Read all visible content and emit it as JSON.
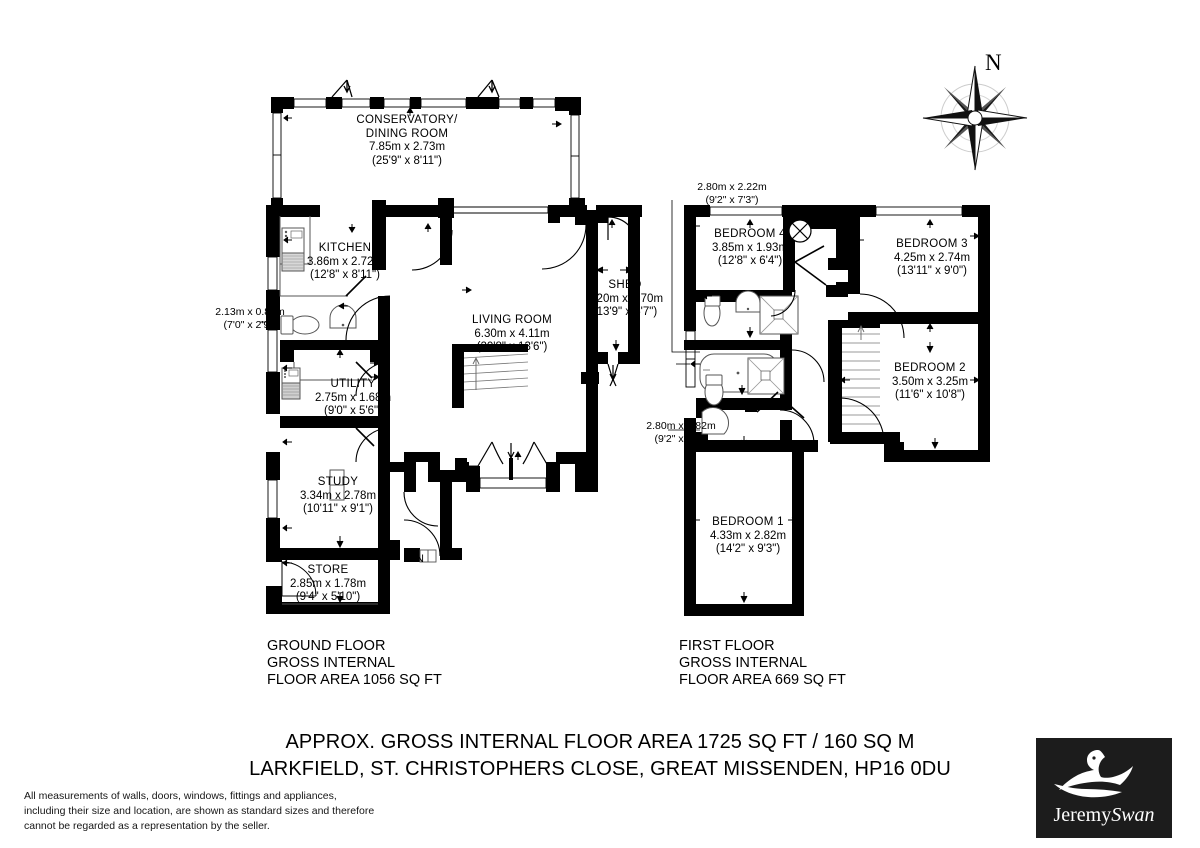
{
  "document": {
    "type": "floor-plan",
    "main_title_line1": "APPROX. GROSS INTERNAL FLOOR AREA 1725 SQ FT / 160 SQ M",
    "main_title_line2": "LARKFIELD, ST. CHRISTOPHERS CLOSE, GREAT MISSENDEN, HP16 0DU",
    "disclaimer_line1": "All measurements of walls, doors, windows, fittings and appliances,",
    "disclaimer_line2": "including their size and location, are shown as standard sizes and therefore",
    "disclaimer_line3": "cannot be regarded as a representation by the seller."
  },
  "compass": {
    "north_label": "N",
    "icon": "compass-rose-icon"
  },
  "logo": {
    "name_first": "Jeremy",
    "name_second": "Swan",
    "icon": "swan-icon",
    "background": "#1c1c1c",
    "foreground": "#ffffff"
  },
  "ground_floor": {
    "title_line1": "GROUND FLOOR",
    "title_line2": "GROSS INTERNAL",
    "title_line3": "FLOOR AREA 1056 SQ FT",
    "entrance_label": "IN",
    "rooms": [
      {
        "id": "conservatory-dining-room",
        "name_line1": "CONSERVATORY/",
        "name_line2": "DINING ROOM",
        "metric": "7.85m x 2.73m",
        "imperial": "(25'9\" x 8'11\")"
      },
      {
        "id": "kitchen",
        "name_line1": "KITCHEN",
        "name_line2": "",
        "metric": "3.86m x 2.72m",
        "imperial": "(12'8\" x 8'11\")"
      },
      {
        "id": "living-room",
        "name_line1": "LIVING ROOM",
        "name_line2": "",
        "metric": "6.30m x 4.11m",
        "imperial": "(20'8\" x 13'6\")"
      },
      {
        "id": "shed",
        "name_line1": "SHED",
        "name_line2": "",
        "metric": "4.20m x 1.70m",
        "imperial": "(13'9\" x 5'7\")"
      },
      {
        "id": "utility",
        "name_line1": "UTILITY",
        "name_line2": "",
        "metric": "2.75m x 1.68m",
        "imperial": "(9'0\" x 5'6\")"
      },
      {
        "id": "study",
        "name_line1": "STUDY",
        "name_line2": "",
        "metric": "3.34m x 2.78m",
        "imperial": "(10'11\" x 9'1\")"
      },
      {
        "id": "store",
        "name_line1": "STORE",
        "name_line2": "",
        "metric": "2.85m x 1.78m",
        "imperial": "(9'4\" x 5'10\")"
      }
    ],
    "unnamed_spaces": [
      {
        "id": "ground-cloakroom",
        "metric": "2.13m x 0.84m",
        "imperial": "(7'0\" x 2'9\")"
      }
    ]
  },
  "first_floor": {
    "title_line1": "FIRST FLOOR",
    "title_line2": "GROSS INTERNAL",
    "title_line3": "FLOOR AREA 669 SQ FT",
    "boiler_label": "B",
    "rooms": [
      {
        "id": "bedroom-4",
        "name_line1": "BEDROOM 4",
        "metric": "3.85m x 1.93m",
        "imperial": "(12'8\" x 6'4\")"
      },
      {
        "id": "bedroom-3",
        "name_line1": "BEDROOM 3",
        "metric": "4.25m x 2.74m",
        "imperial": "(13'11\" x 9'0\")"
      },
      {
        "id": "bedroom-2",
        "name_line1": "BEDROOM 2",
        "metric": "3.50m x 3.25m",
        "imperial": "(11'6\" x 10'8\")"
      },
      {
        "id": "bedroom-1",
        "name_line1": "BEDROOM 1",
        "metric": "4.33m x 2.82m",
        "imperial": "(14'2\" x 9'3\")"
      }
    ],
    "unnamed_spaces": [
      {
        "id": "first-bathroom-upper",
        "metric": "2.80m x 2.22m",
        "imperial": "(9'2\" x 7'3\")"
      },
      {
        "id": "first-bathroom-lower",
        "metric": "2.80m x 1.82m",
        "imperial": "(9'2\" x 6'0\")"
      }
    ]
  },
  "colors": {
    "wall": "#000000",
    "background": "#ffffff",
    "fixture_stroke": "#5a5a5a",
    "text": "#000000"
  }
}
